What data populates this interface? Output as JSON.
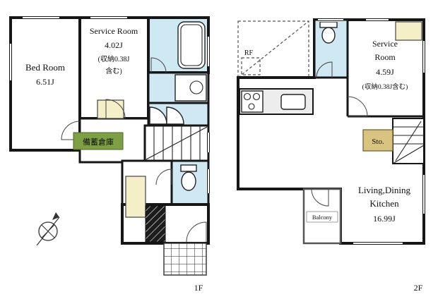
{
  "colors": {
    "wall": "#161616",
    "wet_area": "#cfe9f4",
    "closet": "#f4efc6",
    "storage_bg": "#7ca043",
    "storage_text": "#ffffff",
    "sto_bg": "#d8c47e",
    "counter": "#ededed"
  },
  "floor1": {
    "label": "1F",
    "bedroom": {
      "name": "Bed Room",
      "size": "6.51J"
    },
    "service_room": {
      "name": "Service Room",
      "size": "4.02J",
      "note_line1": "(収納0.38J",
      "note_line2": "含む)"
    },
    "storage_label": "備蓄倉庫"
  },
  "floor2": {
    "label": "2F",
    "rf_label": "RF",
    "service_room": {
      "name_line1": "Service",
      "name_line2": "Room",
      "size": "4.59J",
      "note": "(収納0.38J含む)"
    },
    "storage_label": "Sto.",
    "ldk": {
      "name_line1": "Living,Dining",
      "name_line2": "Kitchen",
      "size": "16.99J"
    },
    "balcony_label": "Balcony"
  }
}
